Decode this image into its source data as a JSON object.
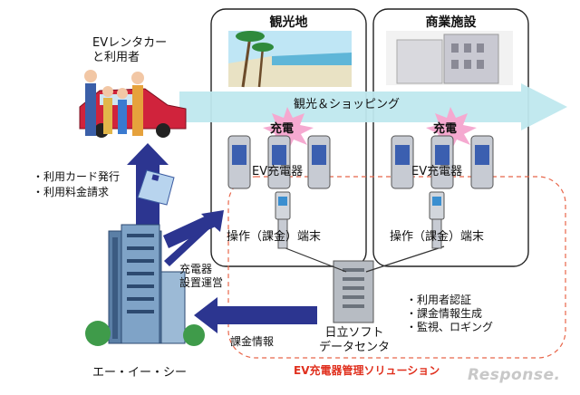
{
  "top_left": {
    "line1": "EVレンタカー",
    "line2": "と利用者"
  },
  "tourist_title": "観光地",
  "commercial_title": "商業施設",
  "arrow_label": "観光＆ショッピング",
  "charge_label": "充電",
  "ev_charger_label": "EV充電器",
  "terminal_label": "操作（課金）端末",
  "card_issue": "・利用カード発行",
  "fee_billing": "・利用料金請求",
  "charger_ops": {
    "line1": "充電器",
    "line2": "設置運営"
  },
  "datacenter": {
    "line1": "日立ソフト",
    "line2": "データセンタ"
  },
  "dc_functions": [
    "・利用者認証",
    "・課金情報生成",
    "・監視、ロギング"
  ],
  "billing_info": "課金情報",
  "company_name": "エー・イー・シー",
  "solution_label": "EV充電器管理ソリューション",
  "watermark": "Response.",
  "colors": {
    "navy_arrow": "#2c3590",
    "light_arrow": "#bfe8ee",
    "solution_red": "#e0301e",
    "dashed_orange": "#e8664a",
    "burst_pink": "#f5a9d0"
  }
}
